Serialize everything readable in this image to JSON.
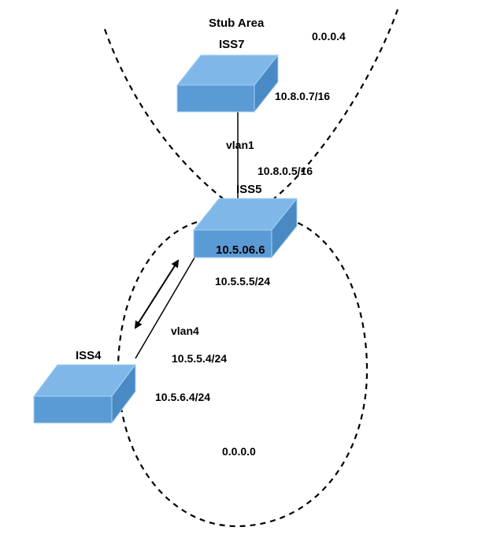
{
  "diagram": {
    "areas": {
      "stub_area": {
        "title": "Stub Area",
        "area_id": "0.0.0.4"
      },
      "backbone": {
        "area_id": "0.0.0.0"
      }
    },
    "devices": {
      "iss7": {
        "name": "ISS7",
        "interface_ip": "10.8.0.7/16"
      },
      "iss5": {
        "name": "ISS5",
        "interface_ips": [
          "10.8.0.5/16",
          "10.5.06.6",
          "10.5.5.5/24"
        ]
      },
      "iss4": {
        "name": "ISS4",
        "interface_ips": [
          "10.5.5.4/24",
          "10.5.6.4/24"
        ]
      }
    },
    "links": {
      "iss7_iss5": {
        "vlan": "vlan1"
      },
      "iss5_iss4": {
        "vlan": "vlan4"
      }
    },
    "colors": {
      "switch_top": "#7fb8e8",
      "switch_front": "#5b9bd5",
      "switch_side": "#4a8ac4",
      "switch_edge": "#a9d0f2",
      "line": "#000000"
    }
  }
}
